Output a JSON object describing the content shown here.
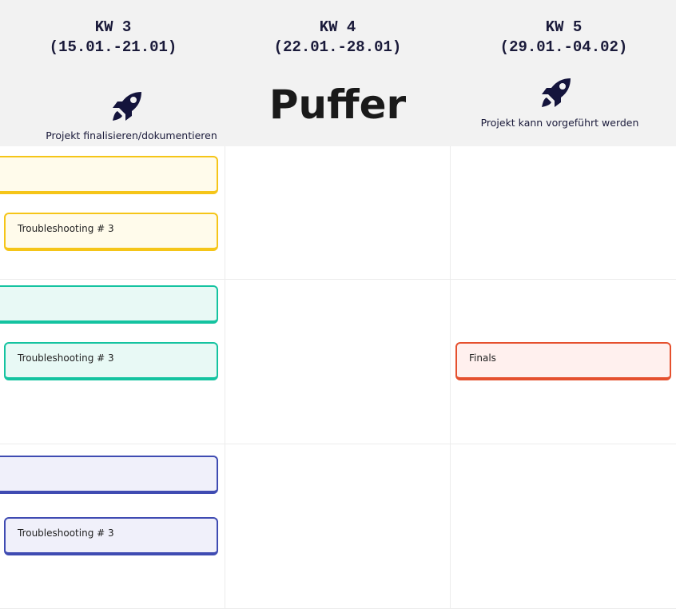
{
  "columns": [
    {
      "week": "KW 3",
      "range": "(15.01.-21.01)"
    },
    {
      "week": "KW 4",
      "range": "(22.01.-28.01)"
    },
    {
      "week": "KW 5",
      "range": "(29.01.-04.02)"
    }
  ],
  "milestones": {
    "kw3": {
      "icon": "rocket-icon",
      "label": "Projekt finalisieren/dokumentieren"
    },
    "kw4": {
      "label": "Puffer"
    },
    "kw5": {
      "icon": "rocket-icon",
      "label": "Projekt kann vorgeführt werden"
    }
  },
  "cards": {
    "row1": {
      "top": "",
      "troubleshooting": "Troubleshooting # 3"
    },
    "row2": {
      "top": "",
      "troubleshooting": "Troubleshooting # 3",
      "finals": "Finals"
    },
    "row3": {
      "top": "",
      "troubleshooting": "Troubleshooting # 3"
    }
  },
  "colors": {
    "yellow": "#f5c518",
    "teal": "#14c3a0",
    "blue": "#3f4bb2",
    "red": "#e5502e",
    "header_bg": "#f2f2f2"
  }
}
